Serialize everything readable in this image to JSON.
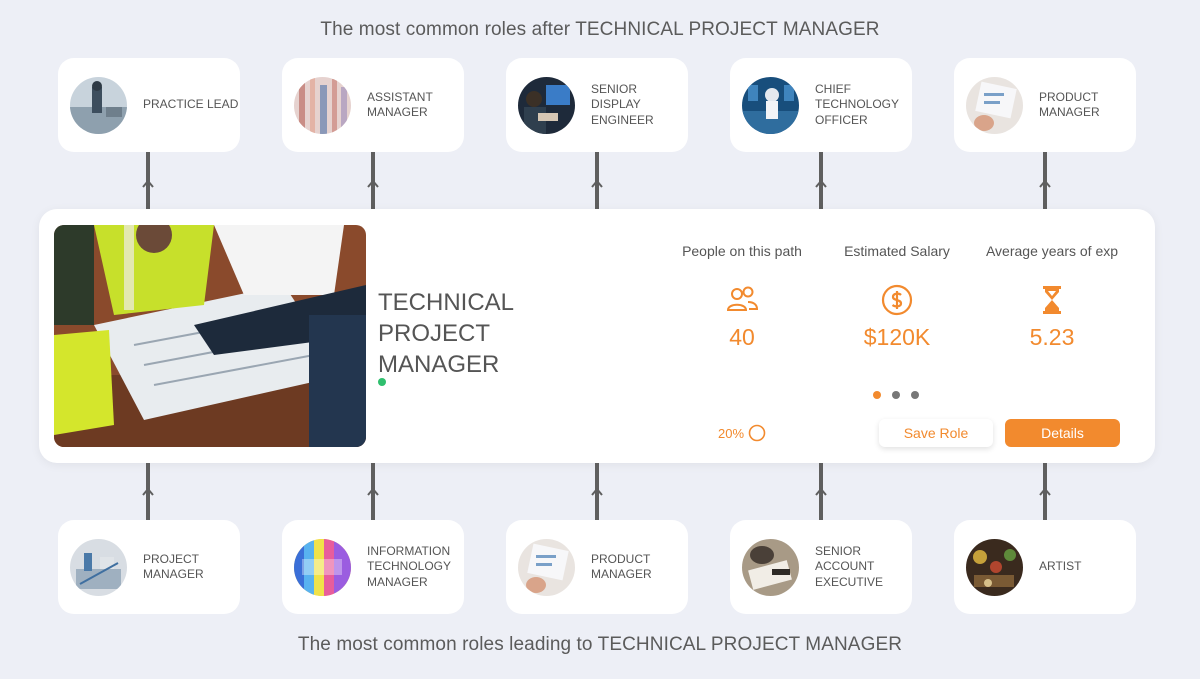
{
  "headings": {
    "after": "The most common roles after TECHNICAL PROJECT MANAGER",
    "before": "The most common roles leading to TECHNICAL PROJECT MANAGER"
  },
  "next_roles": [
    {
      "label": "PRACTICE LEAD"
    },
    {
      "label": "ASSISTANT MANAGER"
    },
    {
      "label": "SENIOR DISPLAY ENGINEER"
    },
    {
      "label": "CHIEF TECHNOLOGY OFFICER"
    },
    {
      "label": "PRODUCT MANAGER"
    }
  ],
  "previous_roles": [
    {
      "label": "PROJECT MANAGER"
    },
    {
      "label": "INFORMATION TECHNOLOGY MANAGER"
    },
    {
      "label": "PRODUCT MANAGER"
    },
    {
      "label": "SENIOR ACCOUNT EXECUTIVE"
    },
    {
      "label": "ARTIST"
    }
  ],
  "current_role": {
    "title": "TECHNICAL PROJECT MANAGER",
    "stats": [
      {
        "label": "People on this path",
        "value": "40",
        "icon": "people-icon"
      },
      {
        "label": "Estimated Salary",
        "value": "$120K",
        "icon": "dollar-icon"
      },
      {
        "label": "Average years of exp",
        "value": "5.23",
        "icon": "hourglass-icon"
      }
    ],
    "progress": "20%",
    "save_label": "Save Role",
    "details_label": "Details"
  },
  "colors": {
    "accent": "#f28a2e",
    "status": "#2fbf6e",
    "background": "#edeff6"
  }
}
